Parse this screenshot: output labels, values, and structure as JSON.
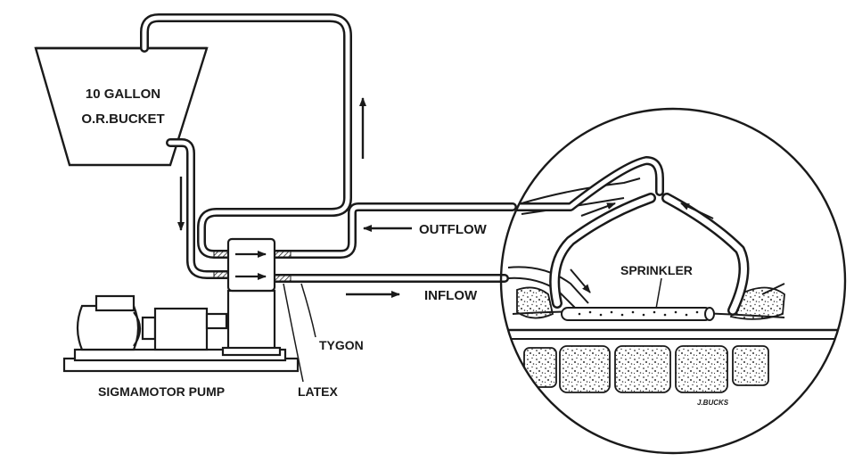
{
  "labels": {
    "bucket_line1": "10 GALLON",
    "bucket_line2": "O.R.BUCKET",
    "outflow": "OUTFLOW",
    "inflow": "INFLOW",
    "tygon": "TYGON",
    "latex": "LATEX",
    "pump": "SIGMAMOTOR PUMP",
    "sprinkler": "SPRINKLER",
    "signature": "J.BUCKS"
  },
  "colors": {
    "ink": "#1a1a1a",
    "paper": "#ffffff"
  }
}
